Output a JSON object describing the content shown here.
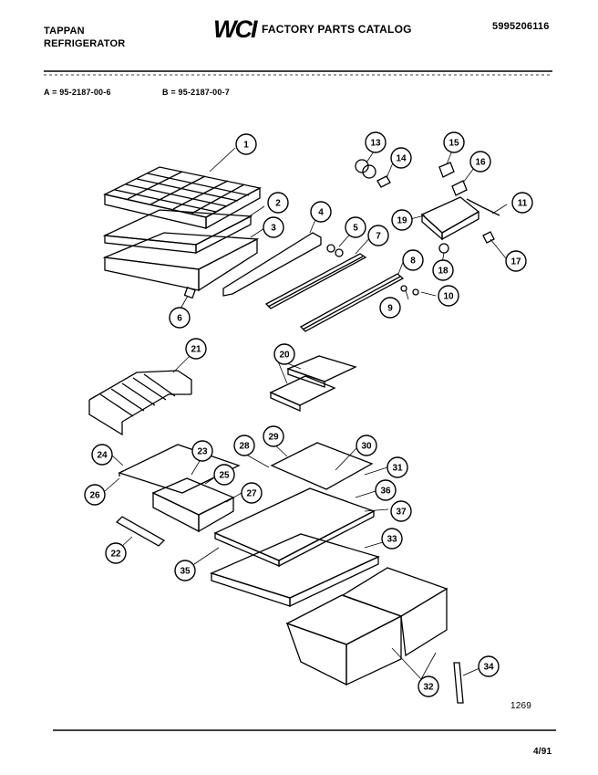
{
  "header": {
    "brand": "TAPPAN",
    "product": "REFRIGERATOR",
    "logo_text": "WCI",
    "catalog_title": "FACTORY PARTS CATALOG",
    "catalog_number": "5995206116",
    "model_a": "A = 95-2187-00-6",
    "model_b": "B = 95-2187-00-7"
  },
  "callouts": [
    "1",
    "2",
    "3",
    "4",
    "5",
    "6",
    "7",
    "8",
    "9",
    "10",
    "11",
    "13",
    "14",
    "15",
    "16",
    "17",
    "18",
    "19",
    "20",
    "21",
    "22",
    "23",
    "24",
    "25",
    "26",
    "27",
    "28",
    "29",
    "30",
    "31",
    "32",
    "33",
    "34",
    "35",
    "36",
    "37"
  ],
  "footer": {
    "figure_number": "1269",
    "date": "4/91"
  }
}
